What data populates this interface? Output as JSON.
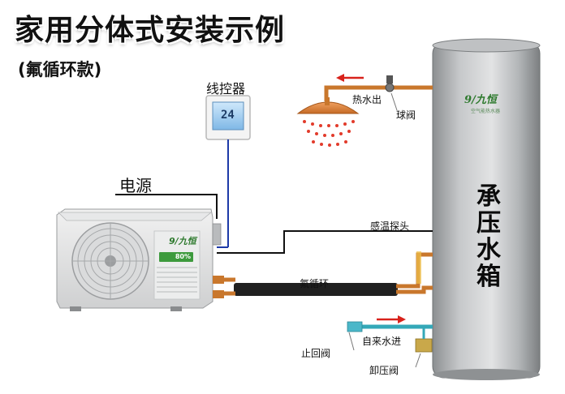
{
  "title": "家用分体式安装示例",
  "subtitle": "(氟循环款)",
  "labels": {
    "line_controller": "线控器",
    "power": "电源",
    "hot_water_out": "热水出",
    "ball_valve": "球阀",
    "temp_sensor": "感温探头",
    "refrigerant_loop": "氟循环",
    "tap_water_in": "自来水进",
    "check_valve": "止回阀",
    "pressure_relief_valve": "卸压阀"
  },
  "tank": {
    "text": "承压水箱",
    "logo": "9/九恒",
    "logo_sub": "空气能热水器"
  },
  "outdoor_unit": {
    "logo": "9/九恒",
    "badge": "80%"
  },
  "controller": {
    "readout": "24"
  },
  "colors": {
    "arrow_red": "#d8221b",
    "pipe_copper": "#c9772c",
    "pipe_blue": "#34a8b8",
    "wire_blue": "#1d3aa8",
    "insulation": "#202020",
    "tank_steel": "#a9acae"
  }
}
